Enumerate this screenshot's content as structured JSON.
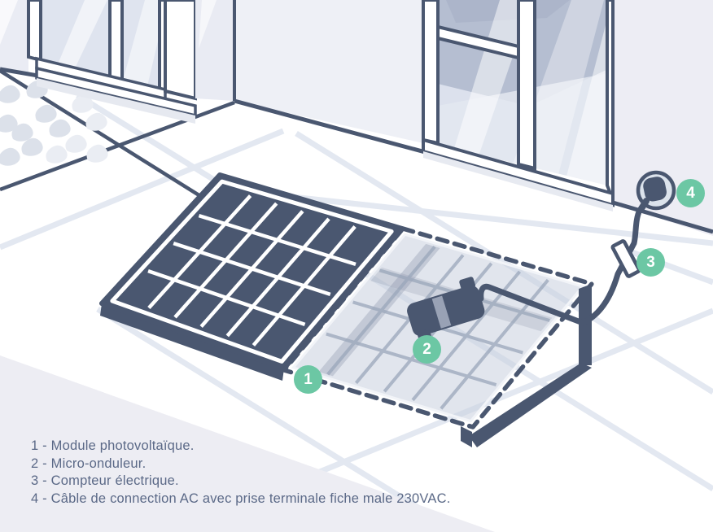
{
  "illustration": {
    "description": "Plug and play photovoltaic kit installation diagram",
    "ink_color": "#4a5770",
    "badge_color": "#6cc7a4",
    "glass_color": "#dce1ed",
    "wall_color": "#ededf4",
    "floor_line_color": "#e3e8f1",
    "callouts": [
      {
        "number": "1",
        "label": "Module photovoltaïque"
      },
      {
        "number": "2",
        "label": "Micro-onduleur"
      },
      {
        "number": "3",
        "label": "Compteur électrique"
      },
      {
        "number": "4",
        "label": "Câble de connection AC avec prise terminale fiche male 230VAC"
      }
    ]
  },
  "legend": {
    "lines": [
      "1 - Module photovoltaïque.",
      "2 - Micro-onduleur.",
      "3 - Compteur électrique.",
      "4 - Câble de connection AC avec prise terminale fiche male 230VAC."
    ]
  }
}
